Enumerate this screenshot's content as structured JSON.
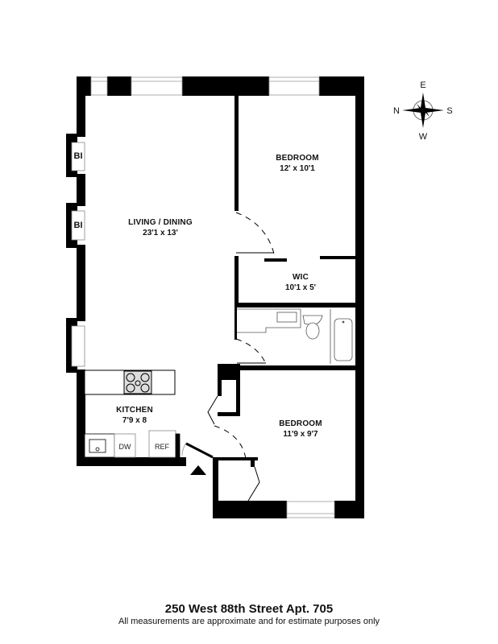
{
  "floorplan": {
    "address": "250 West 88th Street Apt. 705",
    "disclaimer": "All measurements are approximate and for estimate purposes only",
    "rooms": [
      {
        "id": "living-dining",
        "name": "LIVING / DINING",
        "dimensions": "23'1 x 13'"
      },
      {
        "id": "bedroom-1",
        "name": "BEDROOM",
        "dimensions": "12' x 10'1"
      },
      {
        "id": "wic",
        "name": "WIC",
        "dimensions": "10'1 x 5'"
      },
      {
        "id": "kitchen",
        "name": "KITCHEN",
        "dimensions": "7'9 x 8"
      },
      {
        "id": "bedroom-2",
        "name": "BEDROOM",
        "dimensions": "11'9 x 9'7"
      }
    ],
    "fixtures": {
      "built_in_1": "BI",
      "built_in_2": "BI",
      "dishwasher": "DW",
      "refrigerator": "REF"
    },
    "compass": {
      "top": "E",
      "left": "N",
      "right": "S",
      "bottom": "W"
    },
    "entrance_marker": "entrance-arrow"
  }
}
